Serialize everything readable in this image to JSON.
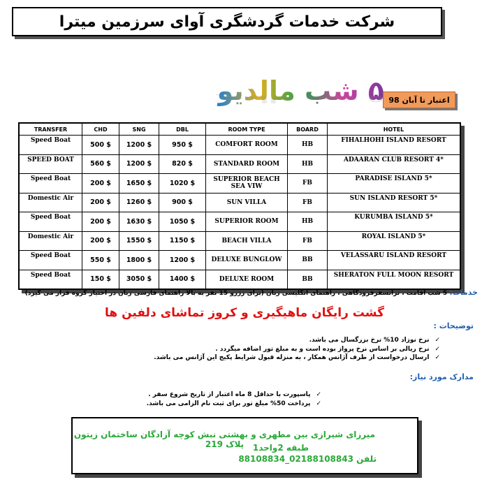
{
  "company_name": "شرکت خدمات گردشگری آوای سرزمین میترا",
  "title": "۵ شب مالدیو",
  "validity": "اعتبار تا آبان 98",
  "table": {
    "headers": [
      "TRANSFER",
      "CHD",
      "SNG",
      "DBL",
      "ROOM TYPE",
      "BOARD",
      "HOTEL"
    ],
    "rows": [
      {
        "transfer": "Speed Boat",
        "chd": "500 $",
        "sng": "1200 $",
        "dbl": "950 $",
        "room": "COMFORT ROOM",
        "board": "HB",
        "hotel": "FIHALHOHI ISLAND RESORT"
      },
      {
        "transfer": "SPEED BOAT",
        "chd": "560 $",
        "sng": "1200 $",
        "dbl": "820 $",
        "room": "STANDARD ROOM",
        "board": "HB",
        "hotel": "ADAARAN CLUB RESORT 4*"
      },
      {
        "transfer": "Speed Boat",
        "chd": "200 $",
        "sng": "1650 $",
        "dbl": "1020 $",
        "room": "SUPERIOR BEACH SEA VIW",
        "board": "FB",
        "hotel": "PARADISE ISLAND  5*"
      },
      {
        "transfer": "Domestic Air",
        "chd": "200 $",
        "sng": "1260 $",
        "dbl": "900 $",
        "room": "SUN VILLA",
        "board": "FB",
        "hotel": "SUN ISLAND RESORT  5*"
      },
      {
        "transfer": "Speed Boat",
        "chd": "200 $",
        "sng": "1630 $",
        "dbl": "1050 $",
        "room": "SUPERIOR ROOM",
        "board": "HB",
        "hotel": "KURUMBA ISLAND  5*"
      },
      {
        "transfer": "Domestic Air",
        "chd": "200 $",
        "sng": "1550 $",
        "dbl": "1150 $",
        "room": "BEACH VILLA",
        "board": "FB",
        "hotel": "ROYAL ISLAND 5*"
      },
      {
        "transfer": "Speed Boat",
        "chd": "550 $",
        "sng": "1800 $",
        "dbl": "1200 $",
        "room": "DELUXE BUNGLOW",
        "board": "BB",
        "hotel": "VELASSARU ISLAND RESORT"
      },
      {
        "transfer": "Speed Boat",
        "chd": "150 $",
        "sng": "3050 $",
        "dbl": "1400 $",
        "room": "DELUXE ROOM",
        "board": "BB",
        "hotel": "SHERATON FULL MOON RESORT"
      }
    ]
  },
  "services": {
    "label": "خدمات:",
    "text": "5 شب اقامت ، ترانسفرفرودگاهی ، راهنمای انگلیسی زبان (برای رزرو 15 نفر به بالا راهنمای فارسی زبان در اختیار گروه قرار می گیرد)"
  },
  "promo": "گشت رایگان ماهیگیری و کروز تماشای دلفین ها",
  "notes": {
    "title": "توضیحات :",
    "items": [
      "نرخ نوزاد 10%  نرخ  بزرگسال می باشد.",
      "نرخ ریالی بر اساس نرخ پرواز بوده است و به مبلغ تور اضافه میگردد .",
      "ارسال درخواست از طرف آژانس همکار ، به منزله قبول شرایط پکیج این آژانس می باشد."
    ]
  },
  "documents": {
    "title": "مدارک مورد نیاز:",
    "items": [
      "پاسپورت با حداقل 8 ماه اعتبار از تاریخ شروع  سفر .",
      "پرداخت 50% مبلغ تور برای ثبت نام الزامی می باشد."
    ]
  },
  "address": {
    "line1": "میرزای شیرازی بین مطهری و بهشتی نبش کوچه آزادگان ساختمان زیتون پلاک 219",
    "line2": "طبقه 2واحد1",
    "line3": "تلفن 02188108843_88108834"
  }
}
